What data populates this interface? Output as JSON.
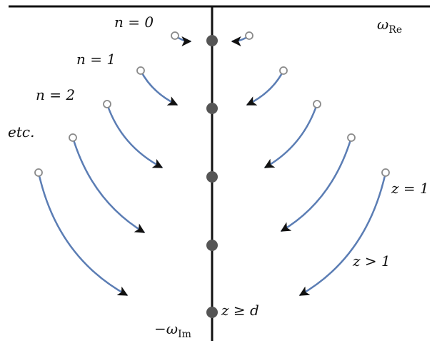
{
  "diagram": {
    "top_axis": {
      "symbol": "ω",
      "subscript": "Re"
    },
    "vertical_axis": {
      "symbol": "−ω",
      "subscript": "Im"
    },
    "row_labels": [
      "n = 0",
      "n = 1",
      "n = 2",
      "etc."
    ],
    "curve_labels": [
      "z = 1",
      "z > 1",
      "z ≥ d"
    ],
    "colors": {
      "curve": "#5b7db4",
      "axis": "#111111",
      "point": "#555555",
      "start_marker": "#8a8a8a"
    }
  }
}
